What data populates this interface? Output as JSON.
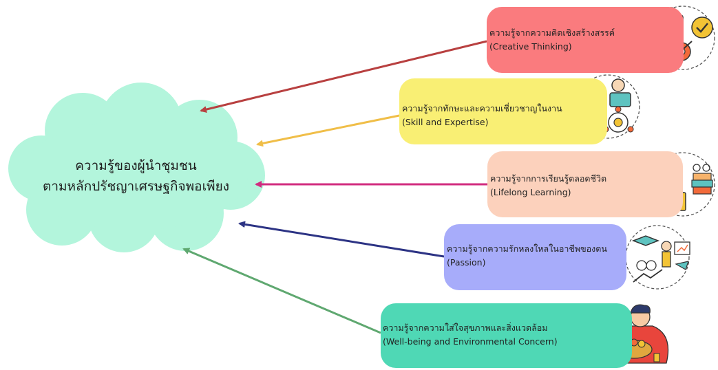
{
  "center": {
    "line1": "ความรู้ของผู้นำชุมชน",
    "line2": "ตามหลักปรัชญาเศรษฐกิจพอเพียง",
    "fill": "#b3f5dc"
  },
  "items": [
    {
      "thai": "ความรู้จากความคิดเชิงสร้างสรรค์",
      "english": "(Creative Thinking)",
      "color": "#fa7b7e",
      "arrow": "#b84040",
      "icon": "creative-thinking-icon"
    },
    {
      "thai": "ความรู้จากทักษะและความเชี่ยวชาญในงาน",
      "english": "(Skill and Expertise)",
      "color": "#f9ef74",
      "arrow": "#f0be48",
      "icon": "skill-expertise-icon"
    },
    {
      "thai": "ความรู้จากการเรียนรู้ตลอดชีวิต",
      "english": "(Lifelong Learning)",
      "color": "#fcd1bc",
      "arrow": "#d12b7f",
      "icon": "lifelong-learning-icon"
    },
    {
      "thai": "ความรู้จากความรักหลงใหลในอาชีพของตน",
      "english": "(Passion)",
      "color": "#a7acfa",
      "arrow": "#2c3384",
      "icon": "passion-icon"
    },
    {
      "thai": "ความรู้จากความใส่ใจสุขภาพและสิ่งแวดล้อม",
      "english": "(Well-being and Environmental Concern)",
      "color": "#4fd8b5",
      "arrow": "#5fa870",
      "icon": "wellbeing-icon"
    }
  ]
}
